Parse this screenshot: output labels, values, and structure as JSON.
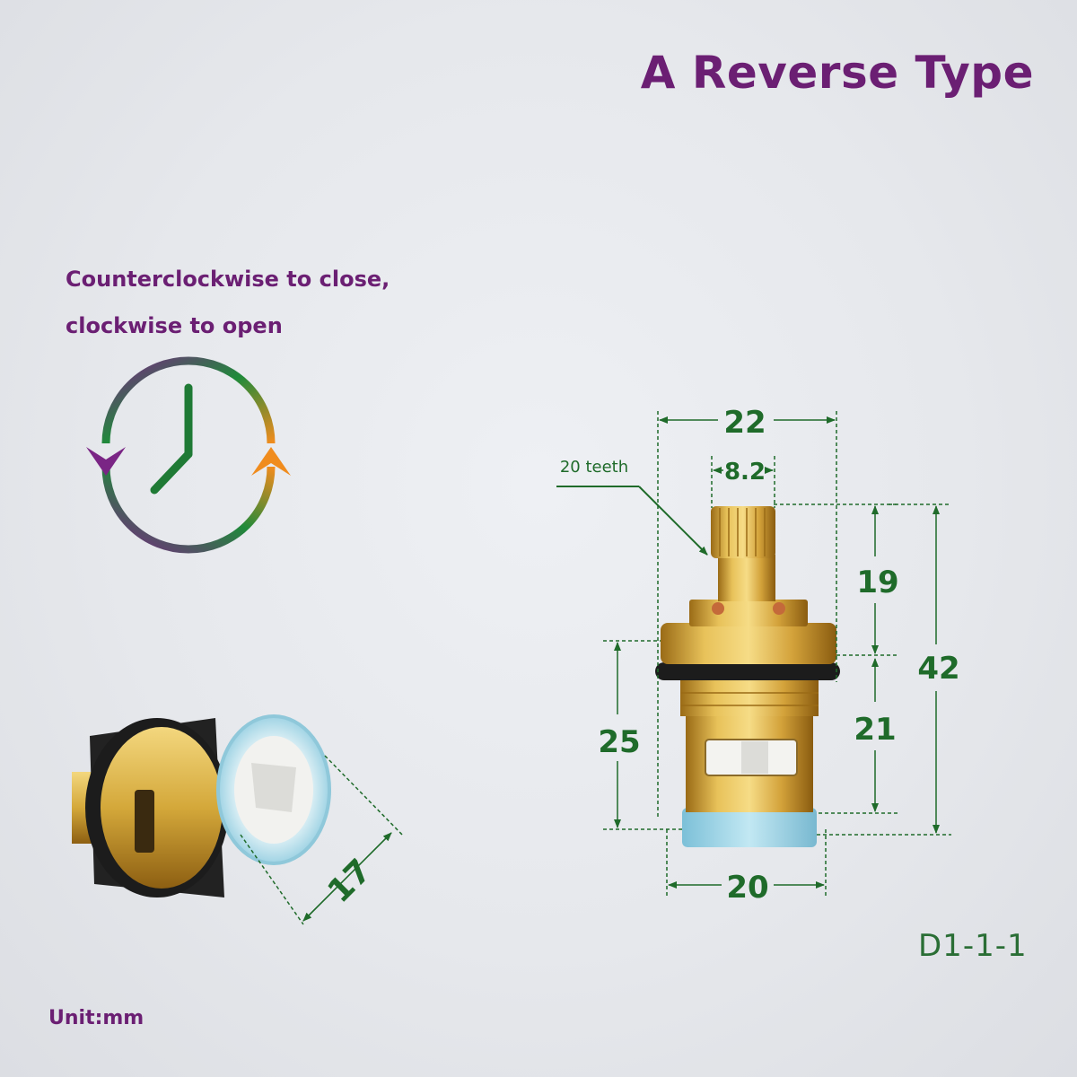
{
  "title": "A Reverse Type",
  "instructions": {
    "line1": "Counterclockwise to close,",
    "line2": "clockwise to open"
  },
  "unit_label": "Unit:mm",
  "model_code": "D1-1-1",
  "callout": "20 teeth",
  "dimensions": {
    "overall_width": "22",
    "spline_width": "8.2",
    "top_height": "19",
    "overall_height": "42",
    "thread_height": "25",
    "body_height": "21",
    "body_width": "20",
    "end_diameter": "17"
  },
  "colors": {
    "title": "#6b1f73",
    "instruction_text": "#6b1f73",
    "dimension": "#1f6b2a",
    "model_text": "#2a6e35",
    "brass": "#d4a83a",
    "ceramic_blue": "#9ed4e6",
    "clock_green": "#1f8a3a",
    "clock_purple": "#7a2585",
    "clock_orange": "#f08c1e"
  },
  "icons": [
    "clock-rotation-icon"
  ]
}
